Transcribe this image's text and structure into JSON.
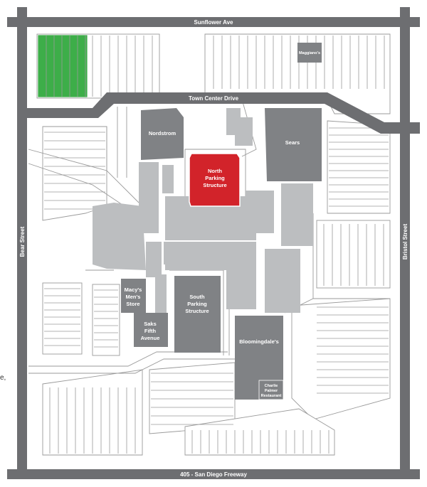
{
  "colors": {
    "road": "#6d6e71",
    "store": "#808285",
    "mall": "#bcbec0",
    "highlight": "#d2232a",
    "lot_highlight": "#3dae49",
    "lines": "#9a9a9a"
  },
  "roads": {
    "north": "Sunflower Ave",
    "middle": "Town Center Drive",
    "west": "Bear Street",
    "east": "Bristol Street",
    "south": "405 - San Diego Freeway"
  },
  "buildings": {
    "nordstrom": "Nordstrom",
    "sears": "Sears",
    "north_parking": [
      "North",
      "Parking",
      "Structure"
    ],
    "macys": [
      "Macy's",
      "Men's",
      "Store"
    ],
    "saks": [
      "Saks",
      "Fifth",
      "Avenue"
    ],
    "south_parking": [
      "South",
      "Parking",
      "Structure"
    ],
    "bloomingdales": "Bloomingdale's",
    "charlie_palmer": [
      "Charlie",
      "Palmer",
      "Restaurant"
    ],
    "maggianos": "Maggiano's"
  },
  "margin_text": "e,"
}
